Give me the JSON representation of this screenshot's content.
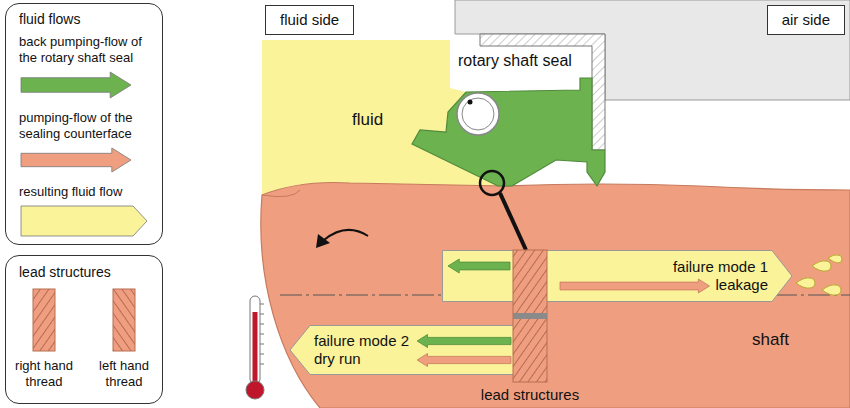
{
  "diagram": {
    "nodes": [
      {
        "text": [
          "fluid flows"
        ]
      },
      {
        "text": [
          "lead structures"
        ]
      },
      {
        "text": [
          "fluid side"
        ]
      },
      {
        "text": [
          "air side"
        ]
      },
      {
        "text": [
          "failure mode 1 leakage"
        ]
      },
      {
        "text": [
          "failure mode 2 dry run"
        ]
      }
    ],
    "labels": [
      "rotary shaft seal",
      "fluid",
      "shaft",
      "lead structures"
    ],
    "legend": [
      {
        "text": "back pumping-flow of the rotary shaft seal",
        "color": "#6cb350"
      },
      {
        "text": "pumping-flow of the sealing counterface",
        "color": "#ef9f80"
      },
      {
        "text": "resulting fluid flow",
        "color": "#faf39a"
      },
      {
        "text": "right hand thread"
      },
      {
        "text": "left hand thread"
      }
    ]
  }
}
